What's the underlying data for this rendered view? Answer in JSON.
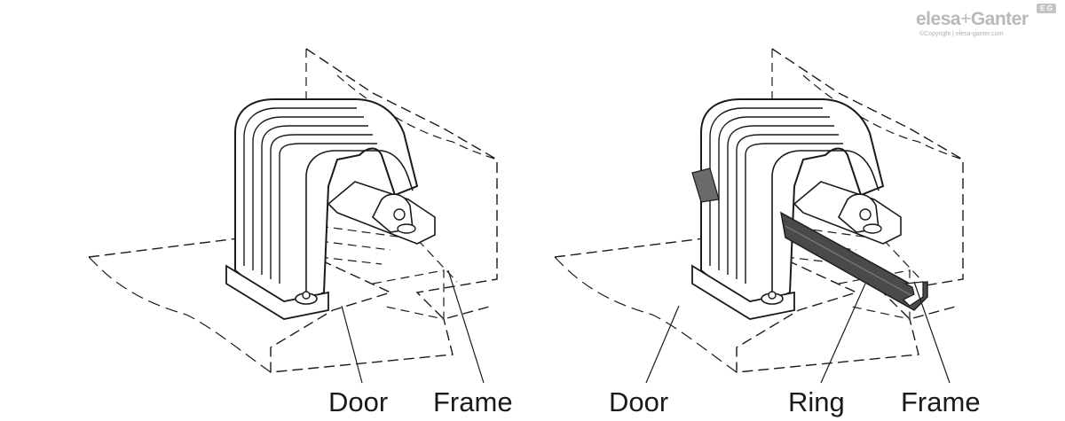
{
  "labels": {
    "left_door": "Door",
    "left_frame": "Frame",
    "right_door": "Door",
    "right_ring": "Ring",
    "right_frame": "Frame"
  },
  "logo": {
    "brand_left": "elesa",
    "brand_plus": "+",
    "brand_right": "Ganter",
    "badge": "E G",
    "copyright": "©Copyright | elesa-ganter.com"
  },
  "colors": {
    "line": "#1a1a1a",
    "hinge_fill": "#ffffff",
    "ring_fill": "#4a4a4a",
    "logo_gray": "#b9b9b9"
  }
}
